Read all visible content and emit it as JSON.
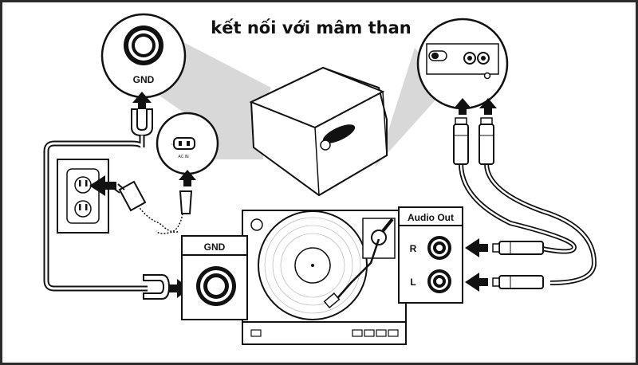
{
  "title": "kết nối với mâm than",
  "labels": {
    "gnd_top": "GND",
    "gnd_turntable": "GND",
    "audio_out": "Audio Out",
    "right": "R",
    "left": "L"
  },
  "colors": {
    "ink": "#111111",
    "callout_fill": "#d9d9d9",
    "frame": "#2b2b2b"
  },
  "icons": [
    "gnd-knob",
    "ac-inlet",
    "wall-outlet",
    "plug",
    "power-cable",
    "rca-cable",
    "turntable",
    "arrow"
  ]
}
